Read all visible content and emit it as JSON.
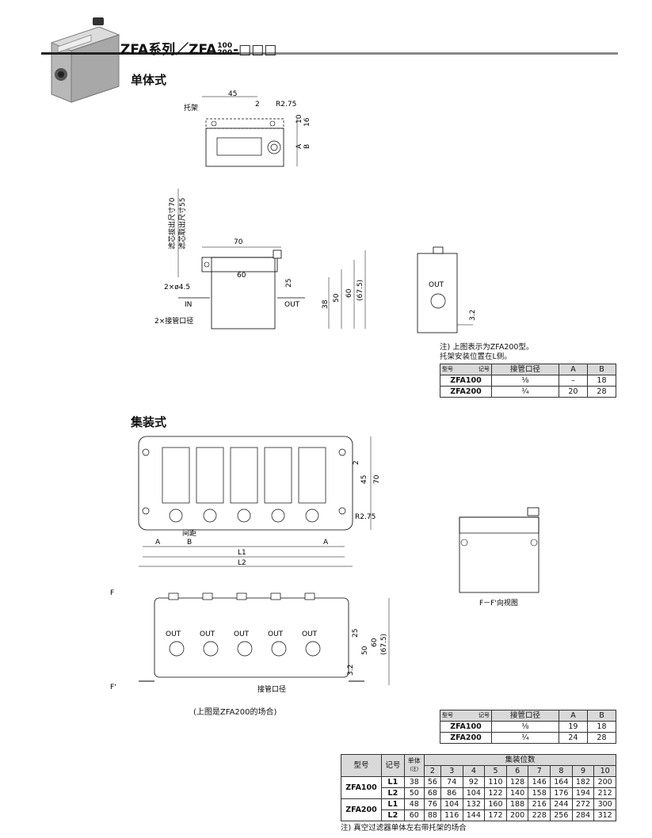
{
  "header": {
    "title_prefix": "ZFA系列／ZFA",
    "title_top": "100",
    "title_bottom": "200",
    "title_suffix": "-□□□"
  },
  "single": {
    "heading": "单体式",
    "labels": {
      "bracket": "托架",
      "dim45": "45",
      "dim2": "2",
      "r275": "R2.75",
      "dim10": "10",
      "dim16": "16",
      "dimA": "A",
      "dimB": "B",
      "v70": "滤芯拔出尺寸70",
      "v55": "滤芯取出尺寸55",
      "dim70": "70",
      "dim60": "60",
      "hole": "2×ø4.5",
      "in": "IN",
      "out": "OUT",
      "port": "2×接管口径",
      "d25": "25",
      "d38": "38",
      "d50": "50",
      "d60": "60",
      "d675": "(67.5)",
      "side_out": "OUT",
      "d32": "3.2"
    },
    "note_lines": [
      "注) 上图表示为ZFA200型。",
      "托架安装位置在L侧。"
    ],
    "table": {
      "head_model": "型号",
      "head_symbol": "记号",
      "head_port": "接管口径",
      "head_a": "A",
      "head_b": "B",
      "rows": [
        {
          "model": "ZFA100",
          "port": "⅛",
          "a": "–",
          "b": "18"
        },
        {
          "model": "ZFA200",
          "port": "¼",
          "a": "20",
          "b": "28"
        }
      ]
    }
  },
  "manifold": {
    "heading": "集装式",
    "labels": {
      "d2": "2",
      "d45": "45",
      "d70": "70",
      "r275": "R2.75",
      "pitch": "间距",
      "a": "A",
      "b": "B",
      "l1": "L1",
      "l2": "L2",
      "f": "F",
      "f2": "F'",
      "out": "OUT",
      "d25": "25",
      "d50": "50",
      "d60": "60",
      "d675": "(67.5)",
      "d32": "3.2",
      "port": "接管口径",
      "view": "F－F'向视图"
    },
    "caption": "(上图是ZFA200的场合)",
    "table": {
      "head_model": "型号",
      "head_symbol": "记号",
      "head_port": "接管口径",
      "head_a": "A",
      "head_b": "B",
      "rows": [
        {
          "model": "ZFA100",
          "port": "⅛",
          "a": "19",
          "b": "18"
        },
        {
          "model": "ZFA200",
          "port": "¼",
          "a": "24",
          "b": "28"
        }
      ]
    },
    "lengths": {
      "head_model": "型号",
      "head_symbol": "记号",
      "head_single": "单体",
      "head_single_note": "(注)",
      "head_stations": "集装位数",
      "stations": [
        "2",
        "3",
        "4",
        "5",
        "6",
        "7",
        "8",
        "9",
        "10"
      ],
      "groups": [
        {
          "model": "ZFA100",
          "rows": [
            {
              "sym": "L1",
              "single": "38",
              "vals": [
                "56",
                "74",
                "92",
                "110",
                "128",
                "146",
                "164",
                "182",
                "200"
              ]
            },
            {
              "sym": "L2",
              "single": "50",
              "vals": [
                "68",
                "86",
                "104",
                "122",
                "140",
                "158",
                "176",
                "194",
                "212"
              ]
            }
          ]
        },
        {
          "model": "ZFA200",
          "rows": [
            {
              "sym": "L1",
              "single": "48",
              "vals": [
                "76",
                "104",
                "132",
                "160",
                "188",
                "216",
                "244",
                "272",
                "300"
              ]
            },
            {
              "sym": "L2",
              "single": "60",
              "vals": [
                "88",
                "116",
                "144",
                "172",
                "200",
                "228",
                "256",
                "284",
                "312"
              ]
            }
          ]
        }
      ],
      "note": "注) 真空过滤器单体左右带托架的场合"
    }
  }
}
